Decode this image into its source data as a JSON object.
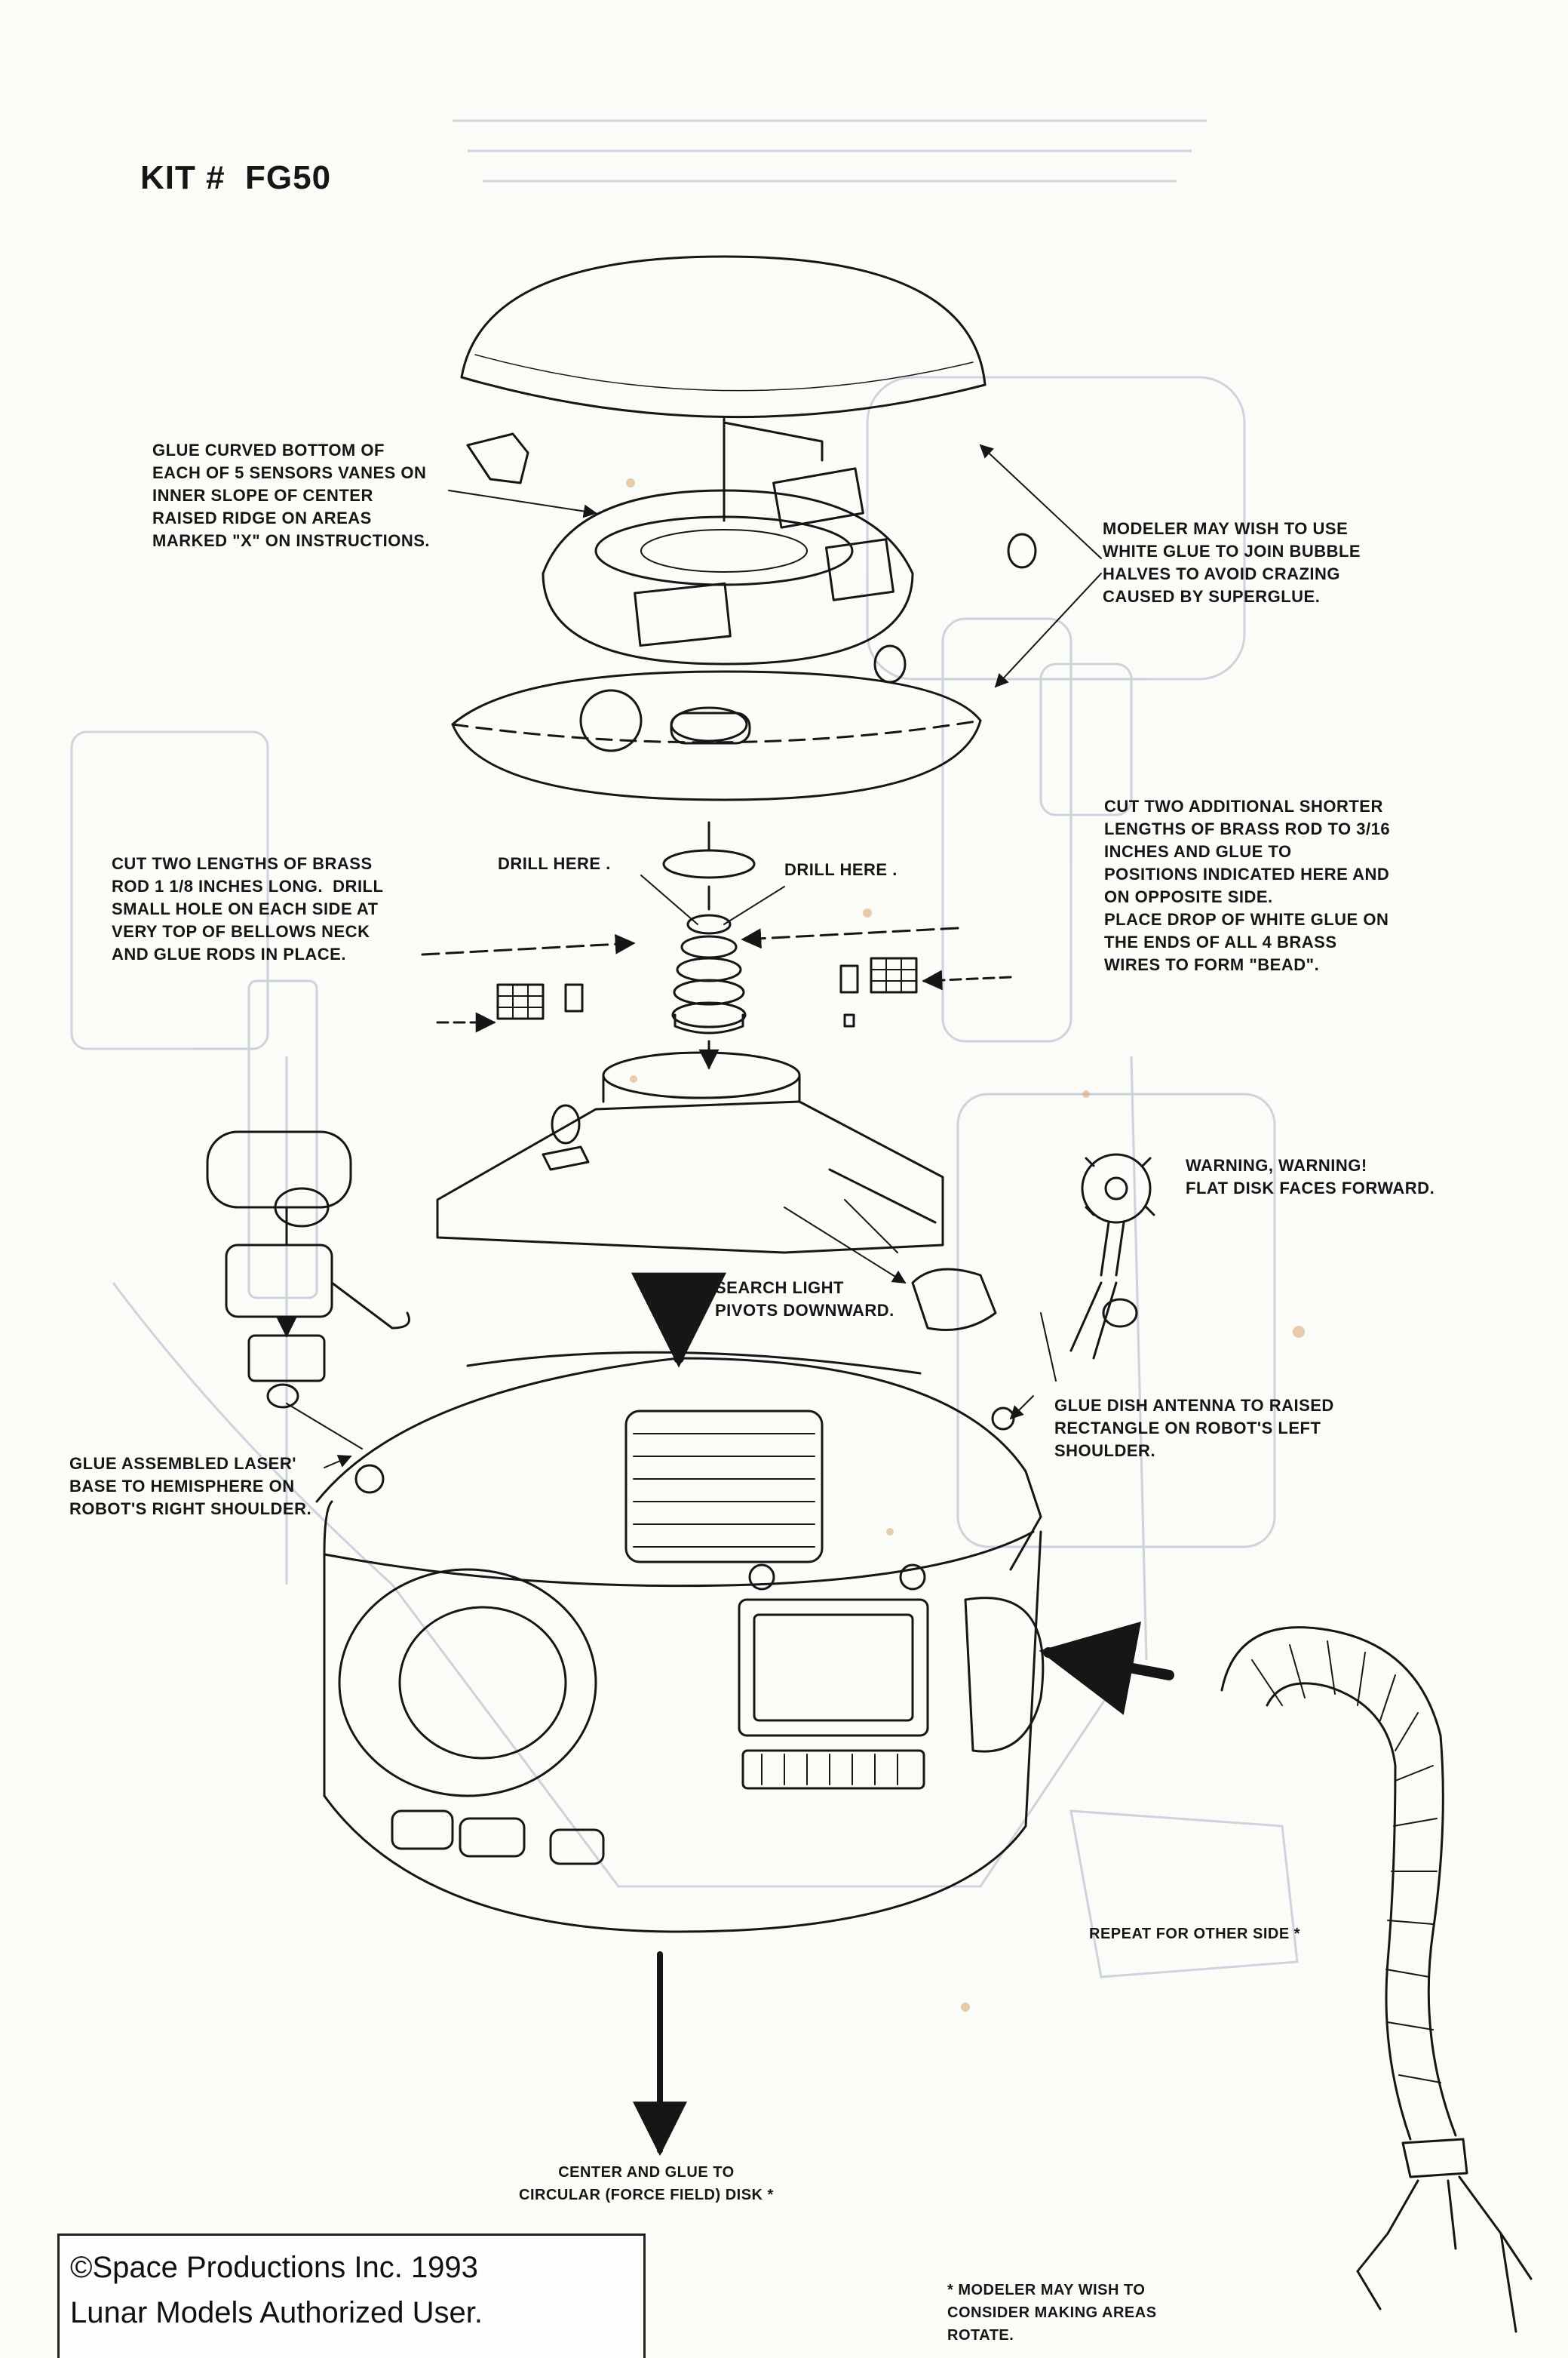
{
  "kit_number": "KIT #  FG50",
  "labels": {
    "glue_sensors": "GLUE CURVED BOTTOM OF\nEACH OF 5 SENSORS VANES ON\nINNER SLOPE OF CENTER\nRAISED RIDGE ON AREAS\nMARKED \"X\" ON INSTRUCTIONS.",
    "white_glue": "MODELER MAY WISH TO USE\nWHITE GLUE TO JOIN BUBBLE\nHALVES TO AVOID CRAZING\nCAUSED BY SUPERGLUE.",
    "cut_two_lengths": "CUT TWO LENGTHS OF BRASS\nROD 1 1/8 INCHES LONG.  DRILL\nSMALL HOLE ON EACH SIDE AT\nVERY TOP OF BELLOWS NECK\nAND GLUE RODS IN PLACE.",
    "drill_here_left": "DRILL HERE .",
    "drill_here_right": "DRILL HERE .",
    "cut_two_additional": "CUT TWO ADDITIONAL SHORTER\nLENGTHS OF BRASS ROD TO 3/16\nINCHES AND GLUE TO\nPOSITIONS INDICATED HERE AND\nON OPPOSITE SIDE.\nPLACE DROP OF WHITE GLUE ON\nTHE ENDS OF ALL 4 BRASS\nWIRES TO FORM \"BEAD\".",
    "warning": "WARNING, WARNING!\nFLAT DISK FACES FORWARD.",
    "search_light": "SEARCH LIGHT\nPIVOTS DOWNWARD.",
    "glue_dish": "GLUE DISH ANTENNA TO RAISED\nRECTANGLE ON ROBOT'S LEFT\nSHOULDER.",
    "glue_laser": "GLUE ASSEMBLED LASER'\nBASE TO HEMISPHERE ON\nROBOT'S RIGHT SHOULDER.",
    "repeat_other_side": "REPEAT FOR OTHER SIDE *",
    "center_and_glue": "CENTER AND GLUE TO\nCIRCULAR (FORCE FIELD) DISK *",
    "modeler_rotate": "* MODELER MAY WISH TO\nCONSIDER MAKING AREAS\nROTATE."
  },
  "copyright": {
    "line1": "©Space Productions Inc. 1993",
    "line2": "Lunar Models Authorized User."
  },
  "colors": {
    "ink": "#161616",
    "paper": "#fbfbf8",
    "bleed_through": "#b9c6d3",
    "stain": "#d8a46a"
  }
}
